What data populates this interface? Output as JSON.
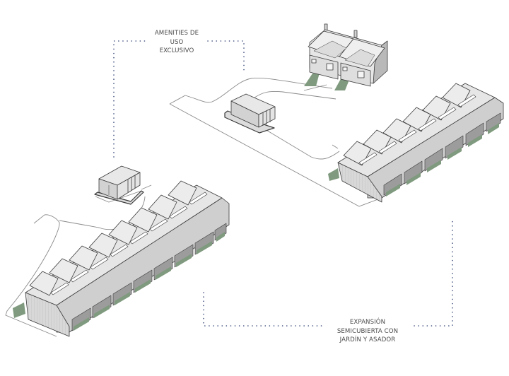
{
  "diagram": {
    "type": "isometric-site-plan",
    "background": "#ffffff",
    "colors": {
      "callout_dots": "#3b4a7a",
      "building_fill_light": "#ececec",
      "building_fill_mid": "#d6d6d6",
      "building_fill_dark": "#b9b9b9",
      "building_stroke": "#3a3a3a",
      "garden_green": "#7f9a7e",
      "site_outline": "#8a8a8a",
      "label_text": "#4a4a4a"
    },
    "annotations": [
      {
        "id": "amenities",
        "lines": [
          "AMENITIES DE",
          "USO",
          "EXCLUSIVO"
        ]
      },
      {
        "id": "expansion",
        "lines": [
          "EXPANSIÓN",
          "SEMICUBIERTA CON",
          "JARDÍN Y ASADOR"
        ]
      }
    ],
    "elements": [
      {
        "name": "duplex-house",
        "description": "Two-unit gabled house with chimneys and front garden strips",
        "units": 2
      },
      {
        "name": "amenity-pavilion-upper",
        "description": "Small flat-roof pavilion with glazed doors on paved base"
      },
      {
        "name": "amenity-pavilion-lower",
        "description": "Small flat-roof pavilion with glazed doors on paved base"
      },
      {
        "name": "row-houses-right",
        "description": "Row of terraced houses with sawtooth roofs and semi-covered rear patios",
        "units": 6
      },
      {
        "name": "row-houses-left",
        "description": "Row of terraced houses with sawtooth roofs and semi-covered rear patios",
        "units": 8
      }
    ]
  }
}
